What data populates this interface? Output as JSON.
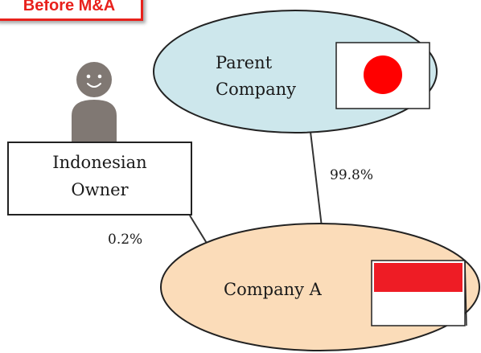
{
  "title": "Before M&A",
  "colors": {
    "title_accent": "#e8211c",
    "parent_fill": "#cde7ec",
    "company_a_fill": "#fbdcb9",
    "person_fill": "#807873",
    "japan_red": "#ff0000",
    "indonesia_red": "#ee1c25"
  },
  "nodes": {
    "parent": {
      "label_line1": "Parent",
      "label_line2": "Company",
      "flag": "japan-flag-icon"
    },
    "owner": {
      "label_line1": "Indonesian",
      "label_line2": "Owner",
      "icon": "person-icon"
    },
    "company_a": {
      "label": "Company A",
      "flag": "indonesia-flag-icon"
    }
  },
  "edges": {
    "parent_to_company_a": "99.8%",
    "owner_to_company_a": "0.2%"
  }
}
